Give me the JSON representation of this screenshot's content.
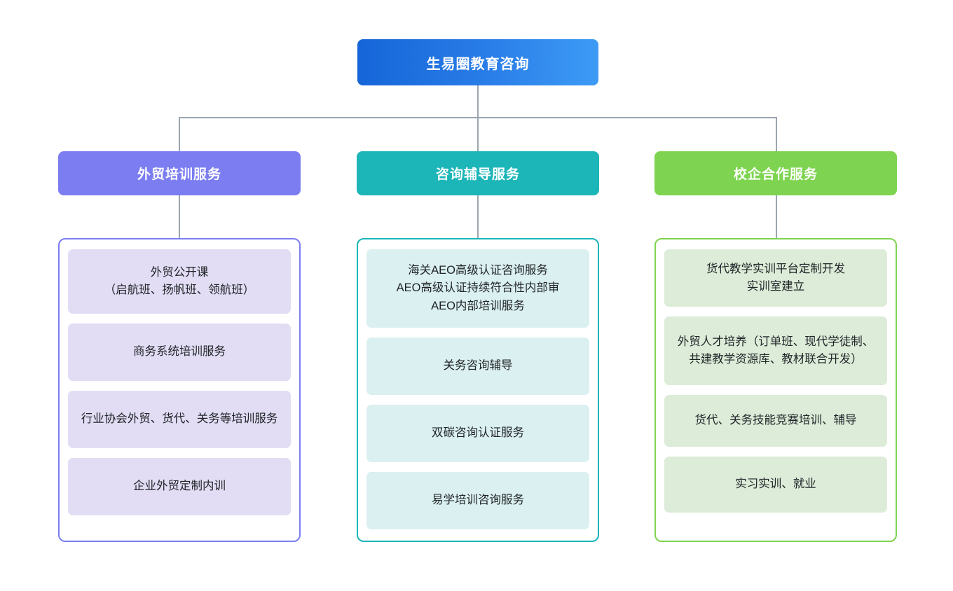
{
  "diagram": {
    "root": {
      "label": "生易圈教育咨询",
      "gradient_from": "#1565d8",
      "gradient_to": "#3d9bf5"
    },
    "connector_color": "#9aa5b1",
    "columns": [
      {
        "header": "外贸培训服务",
        "header_color": "#7b7df0",
        "border_color": "#7b7df0",
        "card_color": "#e2ddf4",
        "items": [
          "外贸公开课\n（启航班、扬帆班、领航班）",
          "商务系统培训服务",
          "行业协会外贸、货代、关务等培训服务",
          "企业外贸定制内训"
        ]
      },
      {
        "header": "咨询辅导服务",
        "header_color": "#1cb5b8",
        "border_color": "#1cb5b8",
        "card_color": "#dbf0f0",
        "items": [
          "海关AEO高级认证咨询服务\nAEO高级认证持续符合性内部审\nAEO内部培训服务",
          "关务咨询辅导",
          "双碳咨询认证服务",
          "易学培训咨询服务"
        ]
      },
      {
        "header": "校企合作服务",
        "header_color": "#7ed450",
        "border_color": "#7ed450",
        "card_color": "#dcecd8",
        "items": [
          "货代教学实训平台定制开发\n实训室建立",
          "外贸人才培养（订单班、现代学徒制、共建教学资源库、教材联合开发）",
          "货代、关务技能竞赛培训、辅导",
          "实习实训、就业"
        ]
      }
    ]
  }
}
